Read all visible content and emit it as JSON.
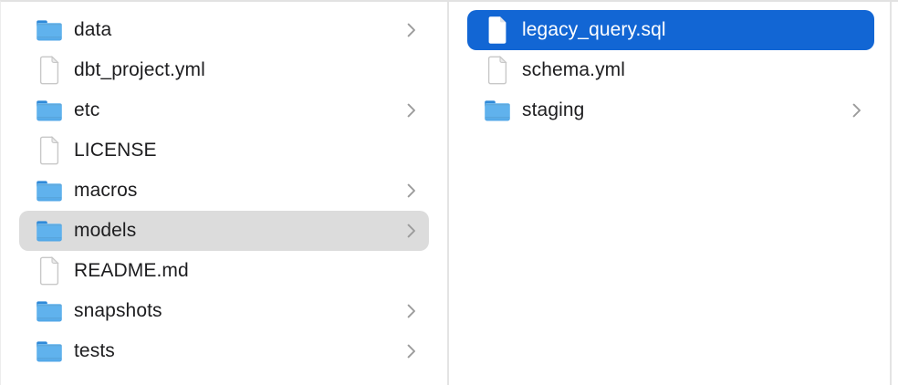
{
  "colors": {
    "selection_blue": "#1266d4",
    "selection_gray": "#dcdcdc",
    "selected_text": "#ffffff",
    "text": "#1d1d1f",
    "divider": "#e4e4e4",
    "chevron": "#9b9b9b",
    "folder_tab": "#2f8ad9",
    "folder_body_top": "#79c0f2",
    "folder_body_mid": "#60b2ed",
    "folder_body_bottom": "#4fa5e6",
    "doc_border": "#c8c8c8",
    "doc_fill": "#ffffff",
    "doc_fold": "#ececec",
    "doc_fold_selected": "#dfe3ea"
  },
  "columns": [
    {
      "name": "left",
      "items": [
        {
          "label": "data",
          "type": "folder",
          "chevron": true,
          "selected": null
        },
        {
          "label": "dbt_project.yml",
          "type": "file",
          "chevron": false,
          "selected": null
        },
        {
          "label": "etc",
          "type": "folder",
          "chevron": true,
          "selected": null
        },
        {
          "label": "LICENSE",
          "type": "file",
          "chevron": false,
          "selected": null
        },
        {
          "label": "macros",
          "type": "folder",
          "chevron": true,
          "selected": null
        },
        {
          "label": "models",
          "type": "folder",
          "chevron": true,
          "selected": "inactive"
        },
        {
          "label": "README.md",
          "type": "file",
          "chevron": false,
          "selected": null
        },
        {
          "label": "snapshots",
          "type": "folder",
          "chevron": true,
          "selected": null
        },
        {
          "label": "tests",
          "type": "folder",
          "chevron": true,
          "selected": null
        }
      ]
    },
    {
      "name": "right",
      "items": [
        {
          "label": "legacy_query.sql",
          "type": "file",
          "chevron": false,
          "selected": "active"
        },
        {
          "label": "schema.yml",
          "type": "file",
          "chevron": false,
          "selected": null
        },
        {
          "label": "staging",
          "type": "folder",
          "chevron": true,
          "selected": null
        }
      ]
    }
  ]
}
